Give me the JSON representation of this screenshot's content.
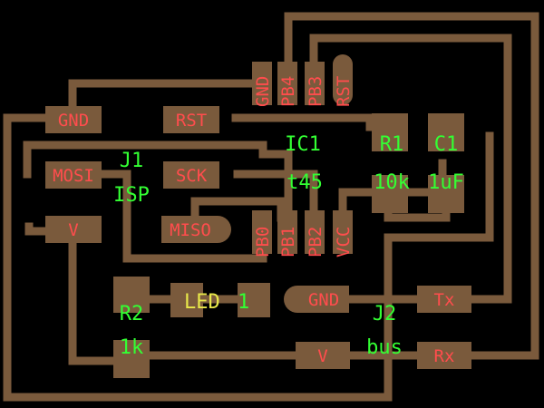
{
  "colors": {
    "background": "#000000",
    "copper": "#7a5a3c",
    "pad_label": "#ff4d4d",
    "silkscreen": "#33ff33",
    "label_yellow": "#e8e84a"
  },
  "pads": {
    "gnd_j1": "GND",
    "rst_j1": "RST",
    "mosi": "MOSI",
    "sck": "SCK",
    "miso": "MISO",
    "v_j1": "V",
    "pb4": "PB4",
    "pb3": "PB3",
    "rst_ic": "RST",
    "gnd_ic": "GND",
    "pb0": "PB0",
    "pb1": "PB1",
    "pb2": "PB2",
    "vcc": "VCC",
    "gnd_j2": "GND",
    "v_j2": "V",
    "tx": "Tx",
    "rx": "Rx"
  },
  "components": {
    "j1_ref": "J1",
    "j1_val": "ISP",
    "ic1_ref": "IC1",
    "ic1_val": "t45",
    "r1_ref": "R1",
    "r1_val": "10k",
    "c1_ref": "C1",
    "c1_val": "1uF",
    "r2_ref": "R2",
    "r2_val": "1k",
    "led_ref_a": "LED",
    "led_ref_b": "1",
    "j2_ref": "J2",
    "j2_val": "bus"
  }
}
